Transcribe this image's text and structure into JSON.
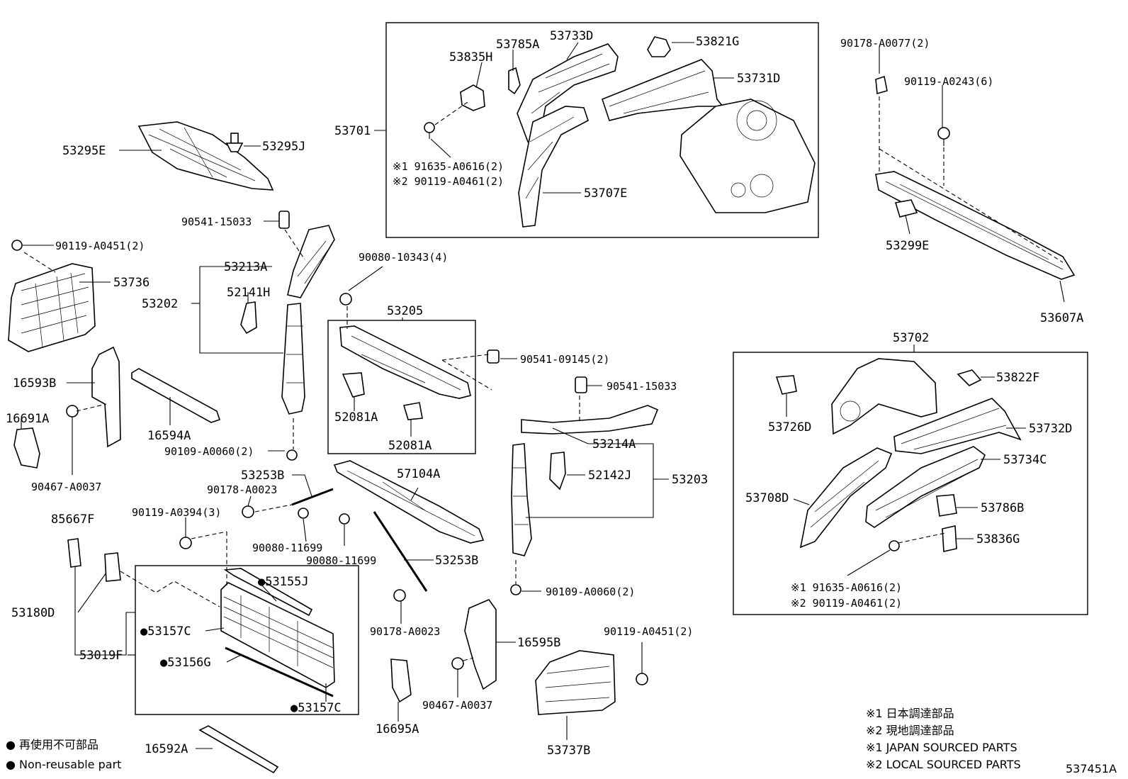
{
  "labels": {
    "p53295E": "53295E",
    "p53295J": "53295J",
    "p53701": "53701",
    "p53785A": "53785A",
    "p53733D": "53733D",
    "p53821G": "53821G",
    "p53835H": "53835H",
    "p53731D": "53731D",
    "p91635_A0616_2_a": "※1 91635-A0616(2)",
    "p90119_A0461_2_a": "※2 90119-A0461(2)",
    "p53707E": "53707E",
    "p90178_A0077_2": "90178-A0077(2)",
    "p90119_A0243_6": "90119-A0243(6)",
    "p53299E": "53299E",
    "p53607A": "53607A",
    "p90541_15033_a": "90541-15033",
    "p90119_A0451_2_a": "90119-A0451(2)",
    "p53213A": "53213A",
    "p53736": "53736",
    "p52141H": "52141H",
    "p53202": "53202",
    "p90080_10343_4": "90080-10343(4)",
    "p53205": "53205",
    "p90541_09145_2": "90541-09145(2)",
    "p16593B": "16593B",
    "p16691A": "16691A",
    "p16594A": "16594A",
    "p52081A_a": "52081A",
    "p52081A_b": "52081A",
    "p90541_15033_b": "90541-15033",
    "p53214A": "53214A",
    "p90109_A0060_2_a": "90109-A0060(2)",
    "p53253B_a": "53253B",
    "p57104A": "57104A",
    "p52142J": "52142J",
    "p53203": "53203",
    "p90467_A0037_a": "90467-A0037",
    "p90178_A0023_a": "90178-A0023",
    "p85667F": "85667F",
    "p90119_A0394_3": "90119-A0394(3)",
    "p90080_11699_a": "90080-11699",
    "p90080_11699_b": "90080-11699",
    "p53253B_b": "53253B",
    "p53155J": "●53155J",
    "p53180D": "53180D",
    "p53157C_a": "●53157C",
    "p53019F": "53019F",
    "p53156G": "●53156G",
    "p53157C_b": "●53157C",
    "p90109_A0060_2_b": "90109-A0060(2)",
    "p90178_A0023_b": "90178-A0023",
    "p16595B": "16595B",
    "p90119_A0451_2_b": "90119-A0451(2)",
    "p90467_A0037_b": "90467-A0037",
    "p16695A": "16695A",
    "p16592A": "16592A",
    "p53737B": "53737B",
    "p53702": "53702",
    "p53822F": "53822F",
    "p53726D": "53726D",
    "p53732D": "53732D",
    "p53734C": "53734C",
    "p53708D": "53708D",
    "p53786B": "53786B",
    "p53836G": "53836G",
    "p91635_A0616_2_b": "※1 91635-A0616(2)",
    "p90119_A0461_2_b": "※2 90119-A0461(2)"
  },
  "legend": {
    "non_reusable_jp": "● 再使用不可部品",
    "non_reusable_en": "● Non-reusable part",
    "note1_jp": "※1  日本調達部品",
    "note2_jp": "※2  現地調達部品",
    "note1_en": "※1  JAPAN SOURCED PARTS",
    "note2_en": "※2  LOCAL SOURCED PARTS"
  },
  "diagram_id": "537451A"
}
